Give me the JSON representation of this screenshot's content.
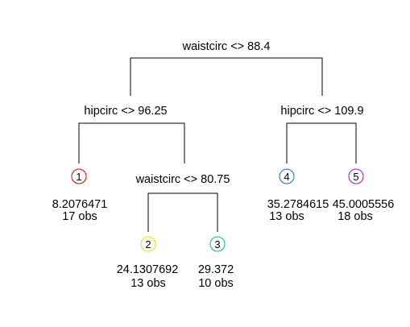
{
  "splits": {
    "root": "waistcirc <> 88.4",
    "left": "hipcirc <> 96.25",
    "left_right": "waistcirc <> 80.75",
    "right": "hipcirc <> 109.9"
  },
  "leaves": [
    {
      "number": "1",
      "value": "8.2076471",
      "obs": "17 obs",
      "color": "#dd0000"
    },
    {
      "number": "2",
      "value": "24.1307692",
      "obs": "13 obs",
      "color": "#e6e600"
    },
    {
      "number": "3",
      "value": "29.372",
      "obs": "10 obs",
      "color": "#00b894"
    },
    {
      "number": "4",
      "value": "35.2784615",
      "obs": "13 obs",
      "color": "#1a5fd8"
    },
    {
      "number": "5",
      "value": "45.0005556",
      "obs": "18 obs",
      "color": "#cc00cc"
    }
  ]
}
